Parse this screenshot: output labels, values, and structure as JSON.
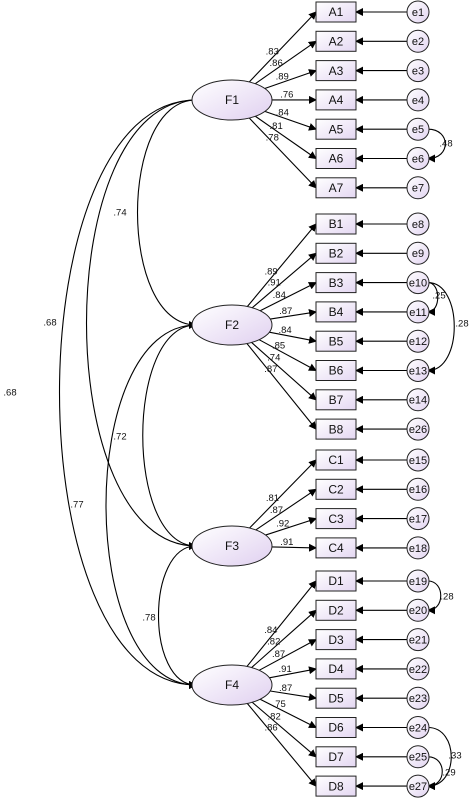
{
  "factors": [
    {
      "id": "F1",
      "label": "F1"
    },
    {
      "id": "F2",
      "label": "F2"
    },
    {
      "id": "F3",
      "label": "F3"
    },
    {
      "id": "F4",
      "label": "F4"
    }
  ],
  "indicators": [
    {
      "label": "A1",
      "factor": "F1",
      "error": "e1",
      "loading": ".83"
    },
    {
      "label": "A2",
      "factor": "F1",
      "error": "e2",
      "loading": ".86"
    },
    {
      "label": "A3",
      "factor": "F1",
      "error": "e3",
      "loading": ".89"
    },
    {
      "label": "A4",
      "factor": "F1",
      "error": "e4",
      "loading": ".76"
    },
    {
      "label": "A5",
      "factor": "F1",
      "error": "e5",
      "loading": ".84"
    },
    {
      "label": "A6",
      "factor": "F1",
      "error": "e6",
      "loading": ".81"
    },
    {
      "label": "A7",
      "factor": "F1",
      "error": "e7",
      "loading": ".78"
    },
    {
      "label": "B1",
      "factor": "F2",
      "error": "e8",
      "loading": ".89"
    },
    {
      "label": "B2",
      "factor": "F2",
      "error": "e9",
      "loading": ".91"
    },
    {
      "label": "B3",
      "factor": "F2",
      "error": "e10",
      "loading": ".84"
    },
    {
      "label": "B4",
      "factor": "F2",
      "error": "e11",
      "loading": ".87"
    },
    {
      "label": "B5",
      "factor": "F2",
      "error": "e12",
      "loading": ".84"
    },
    {
      "label": "B6",
      "factor": "F2",
      "error": "e13",
      "loading": ".85"
    },
    {
      "label": "B7",
      "factor": "F2",
      "error": "e14",
      "loading": ".74"
    },
    {
      "label": "B8",
      "factor": "F2",
      "error": "e26",
      "loading": ".87"
    },
    {
      "label": "C1",
      "factor": "F3",
      "error": "e15",
      "loading": ".81"
    },
    {
      "label": "C2",
      "factor": "F3",
      "error": "e16",
      "loading": ".87"
    },
    {
      "label": "C3",
      "factor": "F3",
      "error": "e17",
      "loading": ".92"
    },
    {
      "label": "C4",
      "factor": "F3",
      "error": "e18",
      "loading": ".91"
    },
    {
      "label": "D1",
      "factor": "F4",
      "error": "e19",
      "loading": ".84"
    },
    {
      "label": "D2",
      "factor": "F4",
      "error": "e20",
      "loading": ".82"
    },
    {
      "label": "D3",
      "factor": "F4",
      "error": "e21",
      "loading": ".87"
    },
    {
      "label": "D4",
      "factor": "F4",
      "error": "e22",
      "loading": ".91"
    },
    {
      "label": "D5",
      "factor": "F4",
      "error": "e23",
      "loading": ".87"
    },
    {
      "label": "D6",
      "factor": "F4",
      "error": "e24",
      "loading": ".75"
    },
    {
      "label": "D7",
      "factor": "F4",
      "error": "e25",
      "loading": ".82"
    },
    {
      "label": "D8",
      "factor": "F4",
      "error": "e27",
      "loading": ".86"
    }
  ],
  "factor_covariances": [
    {
      "from": "F1",
      "to": "F2",
      "value": ".74"
    },
    {
      "from": "F1",
      "to": "F3",
      "value": ".68"
    },
    {
      "from": "F1",
      "to": "F4",
      "value": ".68"
    },
    {
      "from": "F2",
      "to": "F3",
      "value": ".72"
    },
    {
      "from": "F2",
      "to": "F4",
      "value": ".77"
    },
    {
      "from": "F3",
      "to": "F4",
      "value": ".78"
    }
  ],
  "error_covariances": [
    {
      "from": "e5",
      "to": "e6",
      "value": ".48"
    },
    {
      "from": "e10",
      "to": "e11",
      "value": ".25"
    },
    {
      "from": "e10",
      "to": "e13",
      "value": ".28"
    },
    {
      "from": "e19",
      "to": "e20",
      "value": ".28"
    },
    {
      "from": "e24",
      "to": "e27",
      "value": ".33"
    },
    {
      "from": "e25",
      "to": "e27",
      "value": ".29"
    }
  ],
  "colors": {
    "fill_light": "#ffffff",
    "fill_tint": "#e6d9f3",
    "stroke": "#222222"
  }
}
